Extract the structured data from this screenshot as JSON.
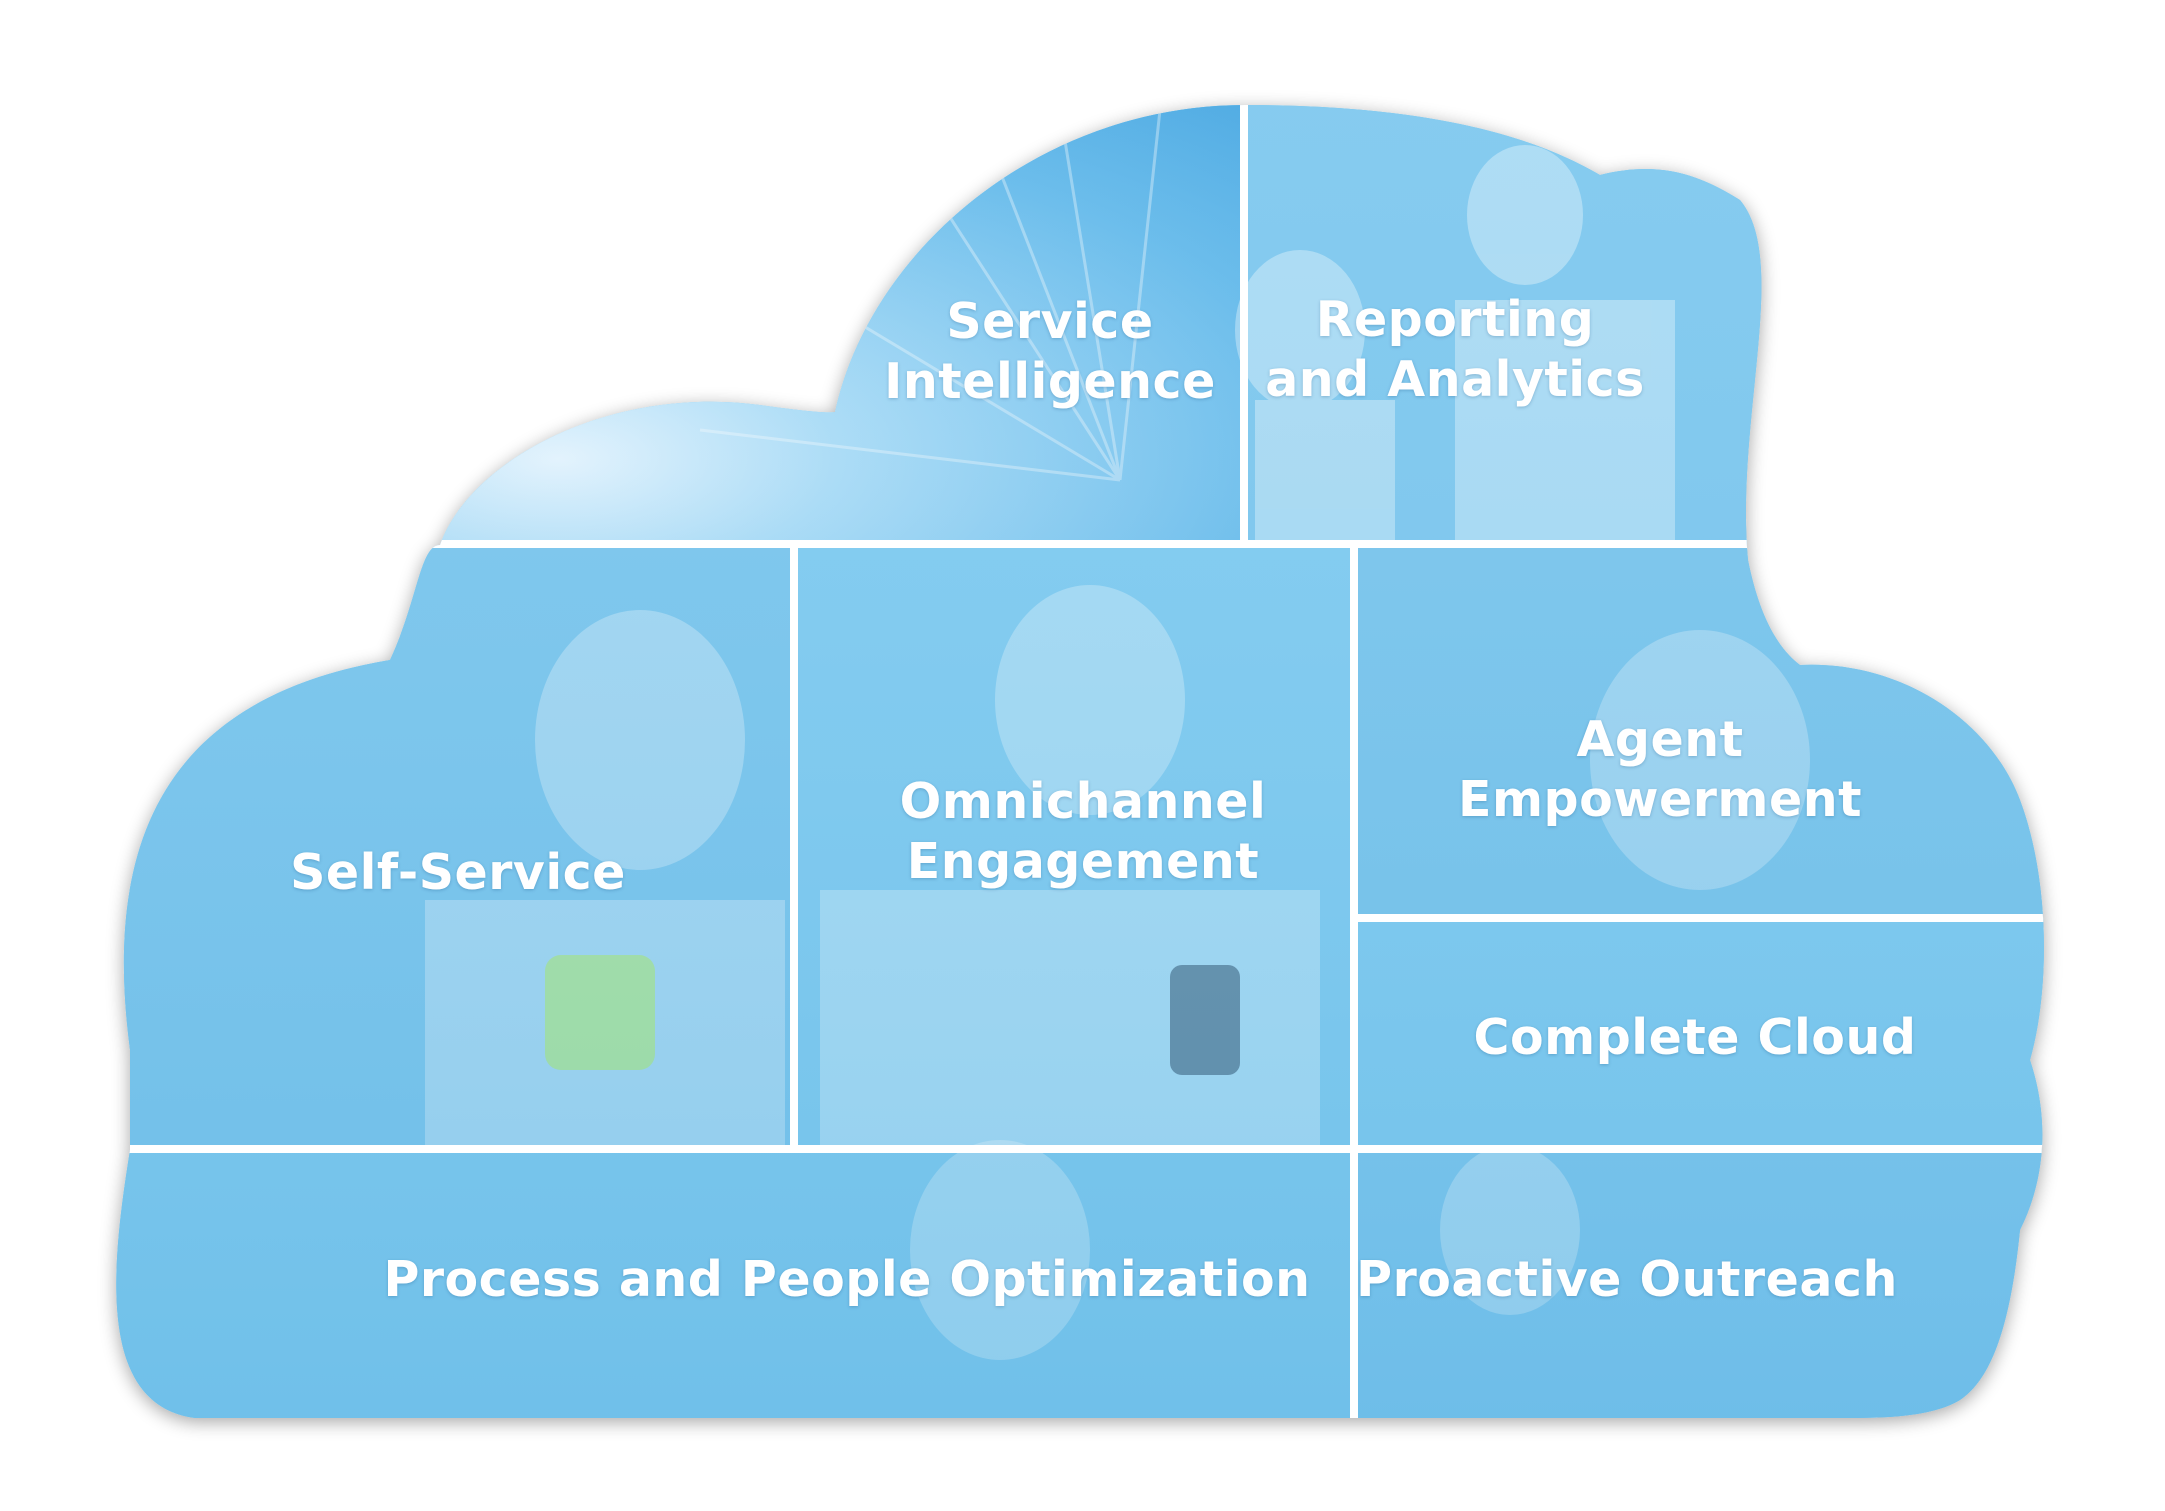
{
  "colors": {
    "tile_fill": "#7cc8ef",
    "tile_fill_light": "#9bd5f3",
    "divider": "#ffffff",
    "label_text": "#ffffff",
    "cloud_shadow": "#b9c6d0"
  },
  "tiles": [
    {
      "id": "service-intelligence",
      "lines": [
        "Service",
        "Intelligence"
      ]
    },
    {
      "id": "reporting-analytics",
      "lines": [
        "Reporting",
        "and Analytics"
      ]
    },
    {
      "id": "self-service",
      "lines": [
        "Self-Service"
      ]
    },
    {
      "id": "omnichannel-engagement",
      "lines": [
        "Omnichannel",
        "Engagement"
      ]
    },
    {
      "id": "agent-empowerment",
      "lines": [
        "Agent",
        "Empowerment"
      ]
    },
    {
      "id": "complete-cloud",
      "lines": [
        "Complete Cloud"
      ]
    },
    {
      "id": "process-people-optimization",
      "lines": [
        "Process and People Optimization"
      ]
    },
    {
      "id": "proactive-outreach",
      "lines": [
        "Proactive Outreach"
      ]
    }
  ]
}
